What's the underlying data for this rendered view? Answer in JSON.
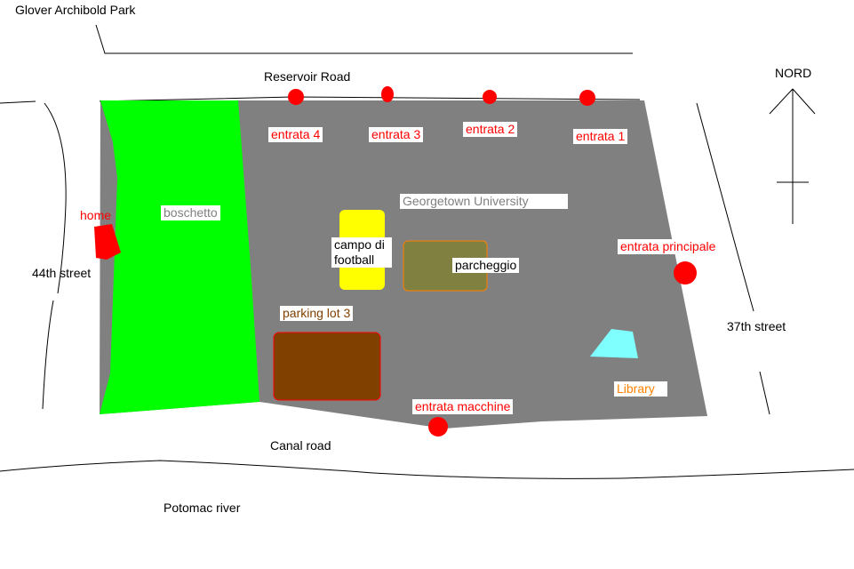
{
  "labels": {
    "park": "Glover Archibold Park",
    "reservoir_road": "Reservoir Road",
    "north": "NORD",
    "entrance_4": "entrata 4",
    "entrance_3": "entrata 3",
    "entrance_2": "entrata 2",
    "entrance_1": "entrata 1",
    "home": "home",
    "woods": "boschetto",
    "university": "Georgetown University",
    "football_field": "campo di football",
    "parking": "parcheggio",
    "main_entrance": "entrata principale",
    "street_44": "44th street",
    "street_37": "37th street",
    "parking_lot_3": "parking lot 3",
    "library": "Library",
    "car_entrance": "entrata macchine",
    "canal_road": "Canal road",
    "river": "Potomac river"
  },
  "colors": {
    "campus": "#808080",
    "woods": "#00ff00",
    "football_field": "#ffff00",
    "parking": "#808040",
    "parking_lot_3": "#804000",
    "library": "#80ffff",
    "entrance_dot": "#ff0000",
    "red_text": "#ff0000",
    "orange_text": "#ff8000",
    "grey_text": "#808080"
  }
}
